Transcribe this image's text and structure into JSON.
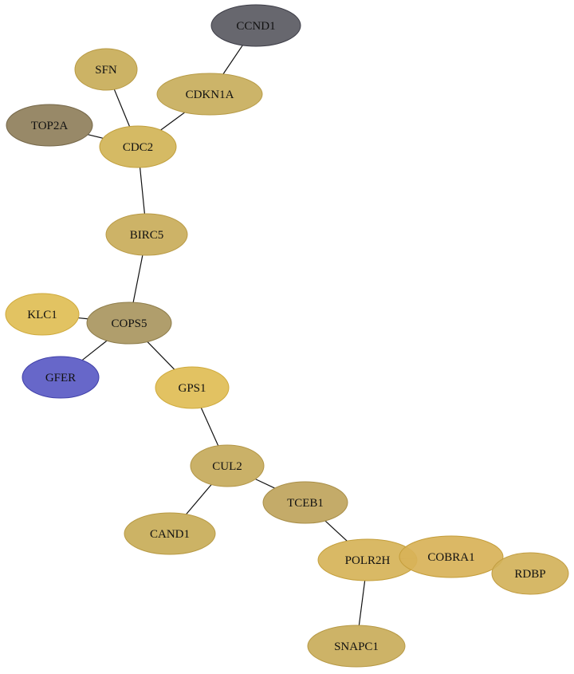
{
  "nodes": [
    {
      "id": "CCND1",
      "label": "CCND1",
      "color": "#5a5a62",
      "stroke": "#3e3e48"
    },
    {
      "id": "SFN",
      "label": "SFN",
      "color": "#c8ac58",
      "stroke": "#b89a44"
    },
    {
      "id": "CDKN1A",
      "label": "CDKN1A",
      "color": "#c8ae5c",
      "stroke": "#b89c48"
    },
    {
      "id": "TOP2A",
      "label": "TOP2A",
      "color": "#8f7f5b",
      "stroke": "#76684a"
    },
    {
      "id": "CDC2",
      "label": "CDC2",
      "color": "#d1b457",
      "stroke": "#c19f3c"
    },
    {
      "id": "BIRC5",
      "label": "BIRC5",
      "color": "#c9ad5a",
      "stroke": "#b99a45"
    },
    {
      "id": "KLC1",
      "label": "KLC1",
      "color": "#e0be55",
      "stroke": "#cfaa3c"
    },
    {
      "id": "COPS5",
      "label": "COPS5",
      "color": "#a99660",
      "stroke": "#8e7d4b"
    },
    {
      "id": "GFER",
      "label": "GFER",
      "color": "#5a5ac4",
      "stroke": "#3f3fa8"
    },
    {
      "id": "GPS1",
      "label": "GPS1",
      "color": "#e0bd55",
      "stroke": "#cfaa3c"
    },
    {
      "id": "CUL2",
      "label": "CUL2",
      "color": "#c6aa5b",
      "stroke": "#b39647"
    },
    {
      "id": "TCEB1",
      "label": "TCEB1",
      "color": "#bfa45c",
      "stroke": "#a98f49"
    },
    {
      "id": "CAND1",
      "label": "CAND1",
      "color": "#c8ac58",
      "stroke": "#b89a44"
    },
    {
      "id": "POLR2H",
      "label": "POLR2H",
      "color": "#d6b358",
      "stroke": "#c49f3c"
    },
    {
      "id": "COBRA1",
      "label": "COBRA1",
      "color": "#d8b258",
      "stroke": "#c49d3a"
    },
    {
      "id": "RDBP",
      "label": "RDBP",
      "color": "#d3b25a",
      "stroke": "#c19c40"
    },
    {
      "id": "SNAPC1",
      "label": "SNAPC1",
      "color": "#c9ad5a",
      "stroke": "#b79945"
    }
  ],
  "edges": [
    {
      "source": "CCND1",
      "target": "CDKN1A"
    },
    {
      "source": "CDKN1A",
      "target": "CDC2"
    },
    {
      "source": "SFN",
      "target": "CDC2"
    },
    {
      "source": "TOP2A",
      "target": "CDC2"
    },
    {
      "source": "CDC2",
      "target": "BIRC5"
    },
    {
      "source": "BIRC5",
      "target": "COPS5"
    },
    {
      "source": "KLC1",
      "target": "COPS5"
    },
    {
      "source": "COPS5",
      "target": "GFER"
    },
    {
      "source": "COPS5",
      "target": "GPS1"
    },
    {
      "source": "GPS1",
      "target": "CUL2"
    },
    {
      "source": "CUL2",
      "target": "CAND1"
    },
    {
      "source": "CUL2",
      "target": "TCEB1"
    },
    {
      "source": "TCEB1",
      "target": "POLR2H"
    },
    {
      "source": "POLR2H",
      "target": "COBRA1"
    },
    {
      "source": "COBRA1",
      "target": "RDBP"
    },
    {
      "source": "POLR2H",
      "target": "SNAPC1"
    }
  ]
}
